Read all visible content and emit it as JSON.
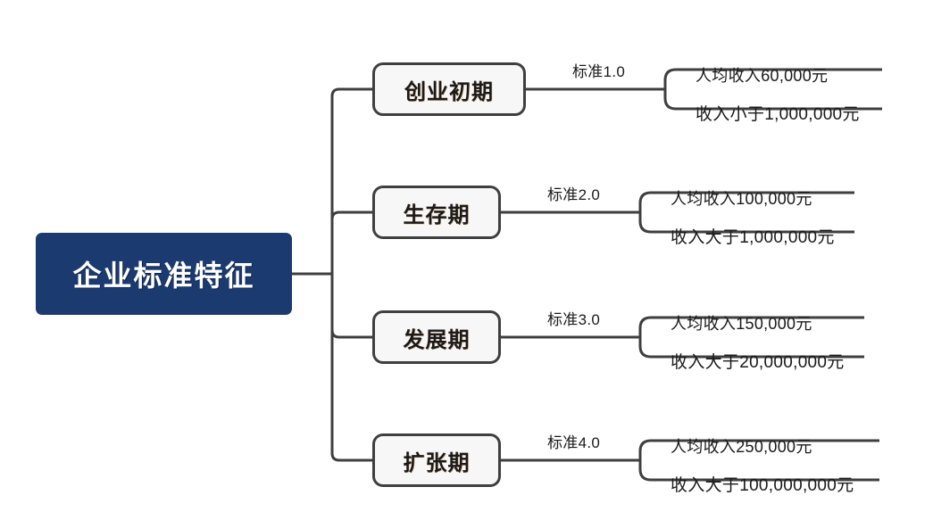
{
  "diagram": {
    "type": "mindmap",
    "title": "企业标准特征",
    "root": {
      "label": "企业标准特征",
      "fill_color": "#1B3A70",
      "text_color": "#FFFFFF"
    },
    "node_fill_color": "#F7F7F7",
    "node_border_color": "#3F3F3F",
    "connector_color": "#3F3F3F",
    "branches": [
      {
        "label": "创业初期",
        "connector_label": "标准1.0",
        "leaf_top": "人均收入60,000元",
        "leaf_bottom": "收入小于1,000,000元"
      },
      {
        "label": "生存期",
        "connector_label": "标准2.0",
        "leaf_top": "人均收入100,000元",
        "leaf_bottom": "收入大于1,000,000元"
      },
      {
        "label": "发展期",
        "connector_label": "标准3.0",
        "leaf_top": "人均收入150,000元",
        "leaf_bottom": "收入大于20,000,000元"
      },
      {
        "label": "扩张期",
        "connector_label": "标准4.0",
        "leaf_top": "人均收入250,000元",
        "leaf_bottom": "收入大于100,000,000元"
      }
    ]
  }
}
